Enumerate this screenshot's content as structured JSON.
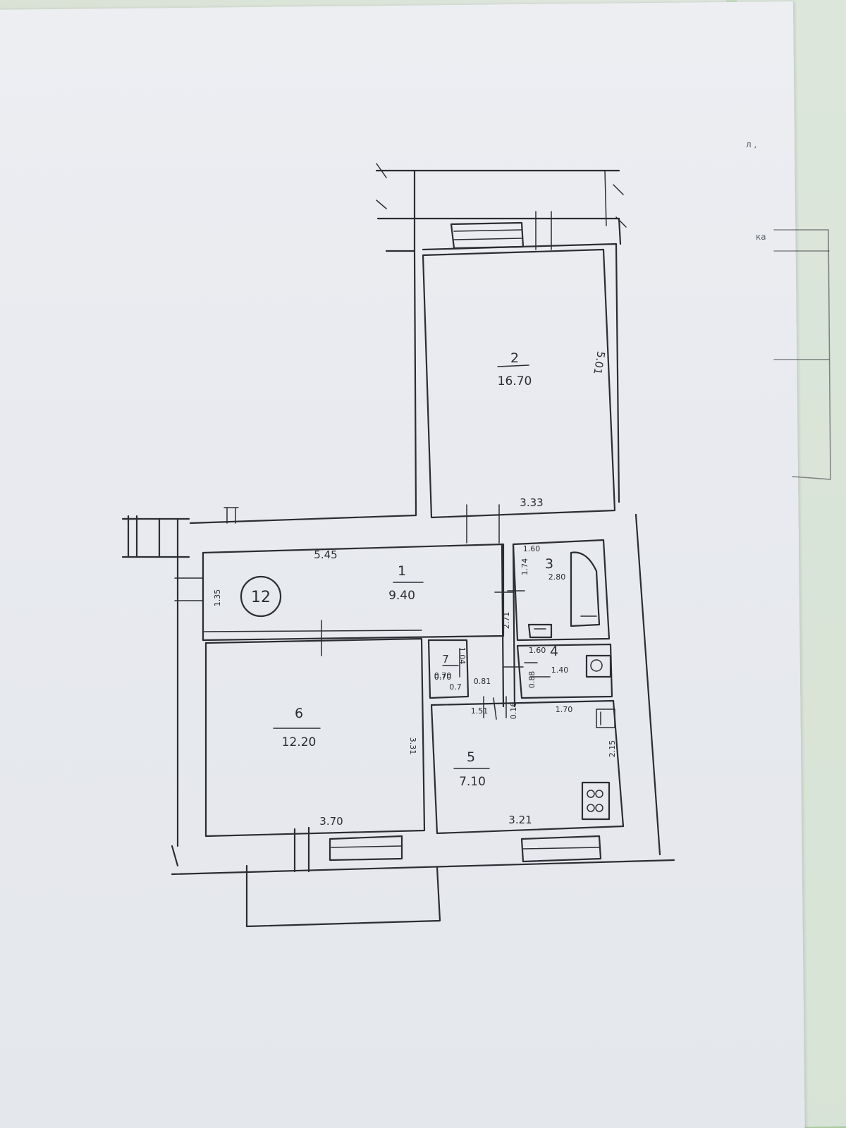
{
  "rooms": [
    {
      "number": "1",
      "area": "9.40"
    },
    {
      "number": "2",
      "area": "16.70"
    },
    {
      "number": "3",
      "area": "2.80"
    },
    {
      "number": "4",
      "area": "1.40"
    },
    {
      "number": "5",
      "area": "7.10"
    },
    {
      "number": "6",
      "area": "12.20"
    },
    {
      "number": "7",
      "area": "0.70"
    }
  ],
  "dimensions": {
    "d_545": "5.45",
    "d_333": "3.33",
    "d_501": "5.01",
    "d_370": "3.70",
    "d_321": "3.21",
    "d_331": "3.31",
    "d_271": "2.71",
    "d_215": "2.15",
    "d_151": "1.51",
    "d_170": "1.70",
    "d_160a": "1.60",
    "d_160b": "1.60",
    "d_174": "1.74",
    "d_088": "0.88",
    "d_081": "0.81",
    "d_070": "0.70",
    "d_07": "0.7",
    "d_016": "0.16",
    "d_104": "1.04",
    "d_135": "1.35"
  },
  "circle_label": "12",
  "edge_text": {
    "top": "л ,",
    "middle": "ка"
  }
}
